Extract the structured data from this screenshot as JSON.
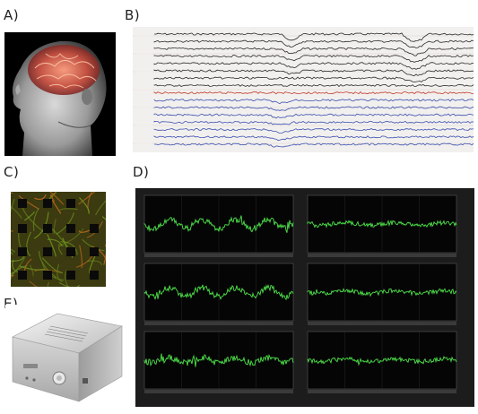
{
  "panels": {
    "a": {
      "label": "A)"
    },
    "b": {
      "label": "B)"
    },
    "c": {
      "label": "C)"
    },
    "d": {
      "label": "D)"
    },
    "e": {
      "label": "E)"
    }
  },
  "colors": {
    "eeg_black": "#2a2a2a",
    "eeg_red": "#c0392b",
    "eeg_blue": "#3b4fb0",
    "signal_green": "#4ee24a",
    "culture_green": "#6b8f1e",
    "culture_orange": "#b5651d"
  },
  "icons": {
    "a": "human-head-brain-illustration",
    "b": "eeg-recording-chart",
    "c": "neuron-culture-on-electrode-array-micrograph",
    "d": "multichannel-signal-recordings-grid",
    "e": "amplifier-device-photo"
  }
}
